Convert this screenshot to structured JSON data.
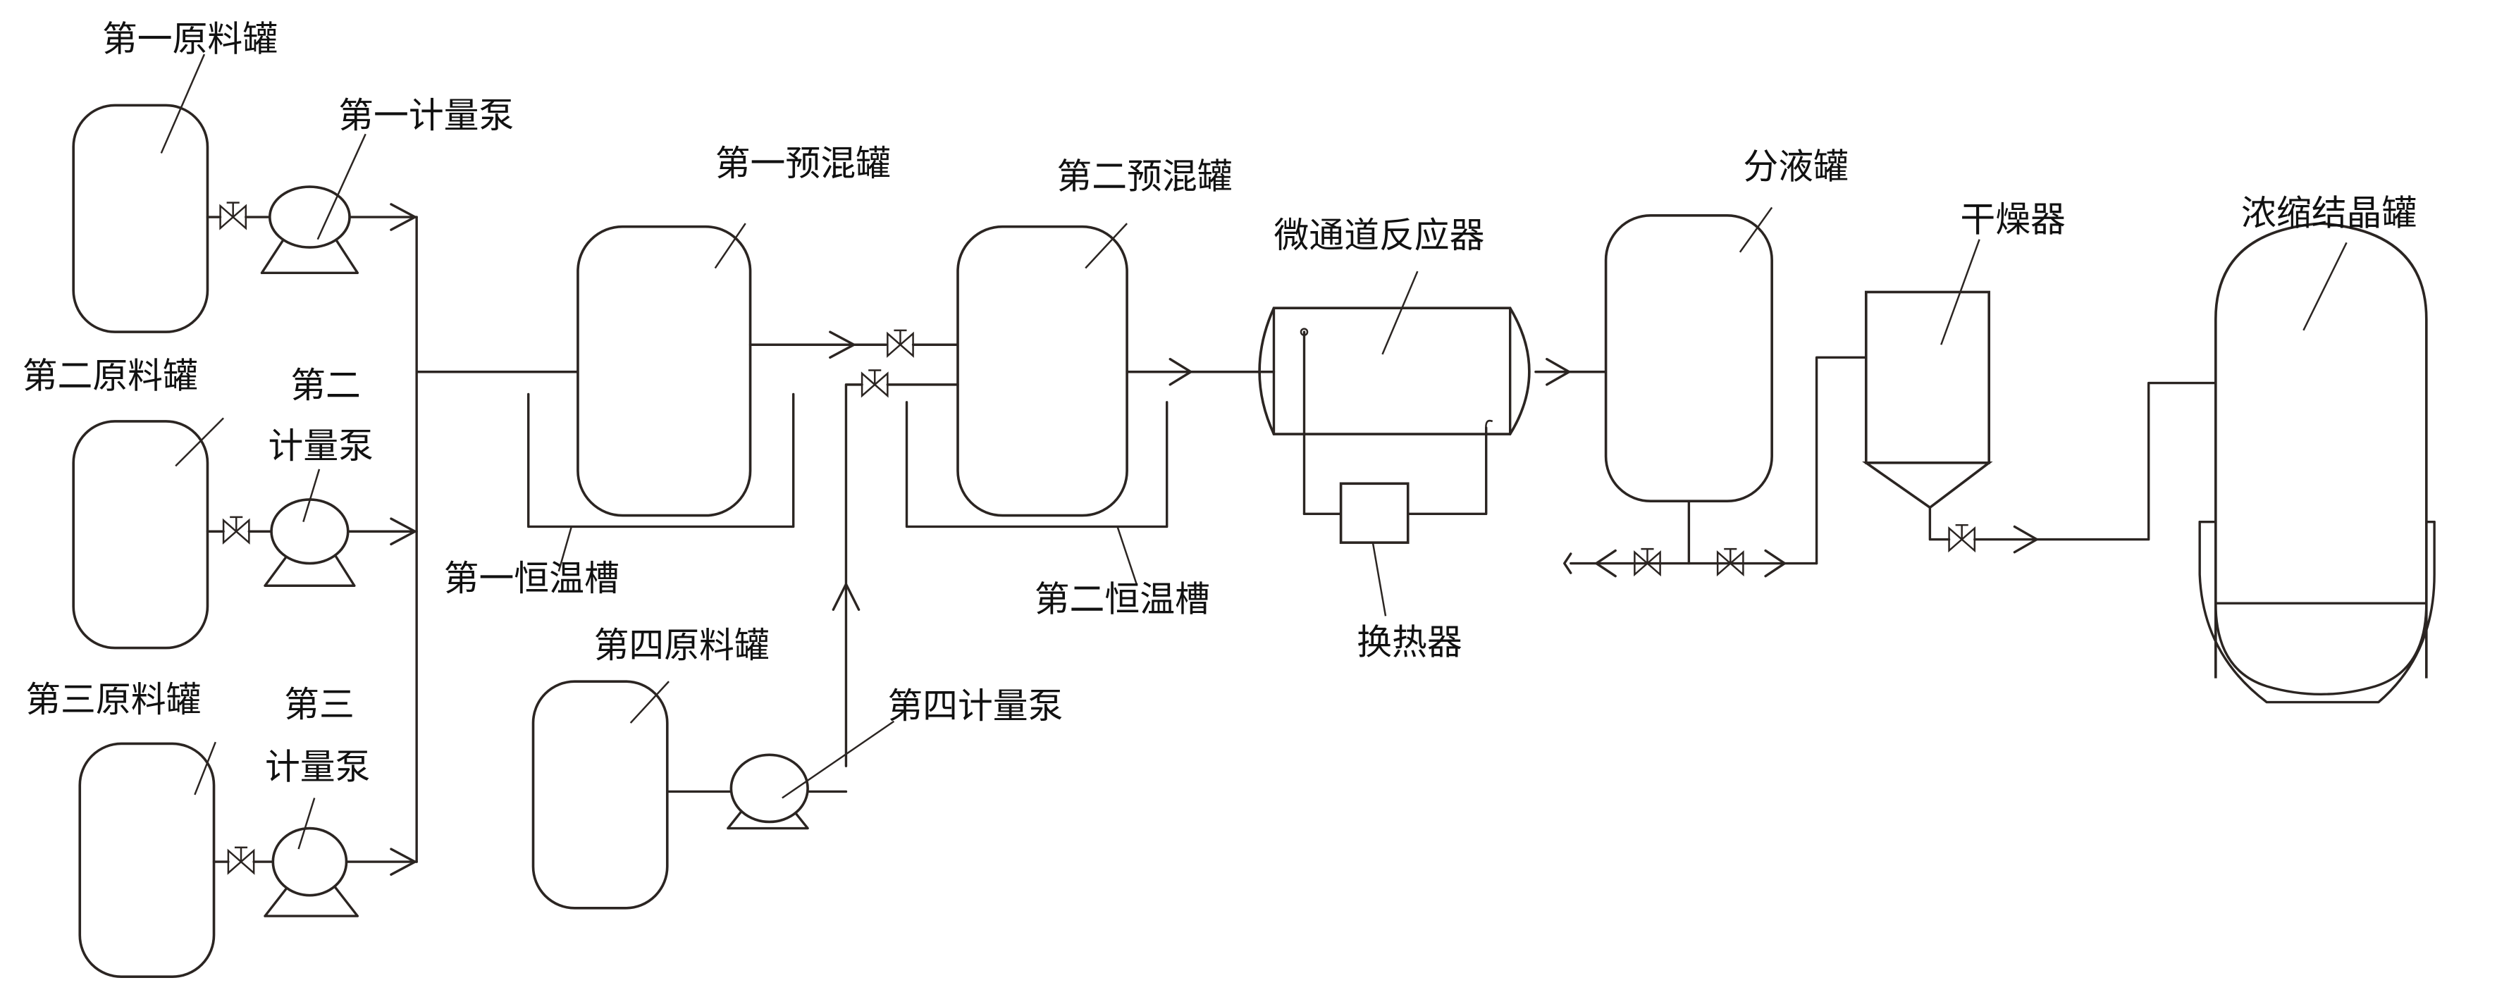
{
  "diagram": {
    "type": "process-flow-diagram",
    "colors": {
      "line": "#2b2522",
      "background": "#ffffff",
      "text": "#111111"
    },
    "labels": {
      "raw_tank_1": "第一原料罐",
      "raw_tank_2": "第二原料罐",
      "raw_tank_3": "第三原料罐",
      "raw_tank_4": "第四原料罐",
      "pump_1": "第一计量泵",
      "pump_2_line1": "第二",
      "pump_2_line2": "计量泵",
      "pump_3_line1": "第三",
      "pump_3_line2": "计量泵",
      "pump_4": "第四计量泵",
      "premix_tank_1": "第一预混罐",
      "premix_tank_2": "第二预混罐",
      "thermostat_bath_1": "第一恒温槽",
      "thermostat_bath_2": "第二恒温槽",
      "microchannel_reactor": "微通道反应器",
      "heat_exchanger": "换热器",
      "separator_tank": "分液罐",
      "dryer": "干燥器",
      "crystallizer": "浓缩结晶罐"
    },
    "flow_sequence": [
      "第一原料罐/第二原料罐/第三原料罐",
      "第一预混罐",
      "第二预混罐",
      "微通道反应器",
      "分液罐",
      "干燥器",
      "浓缩结晶罐"
    ],
    "side_feed": "第四原料罐 → 第四计量泵 → 第二预混罐"
  }
}
